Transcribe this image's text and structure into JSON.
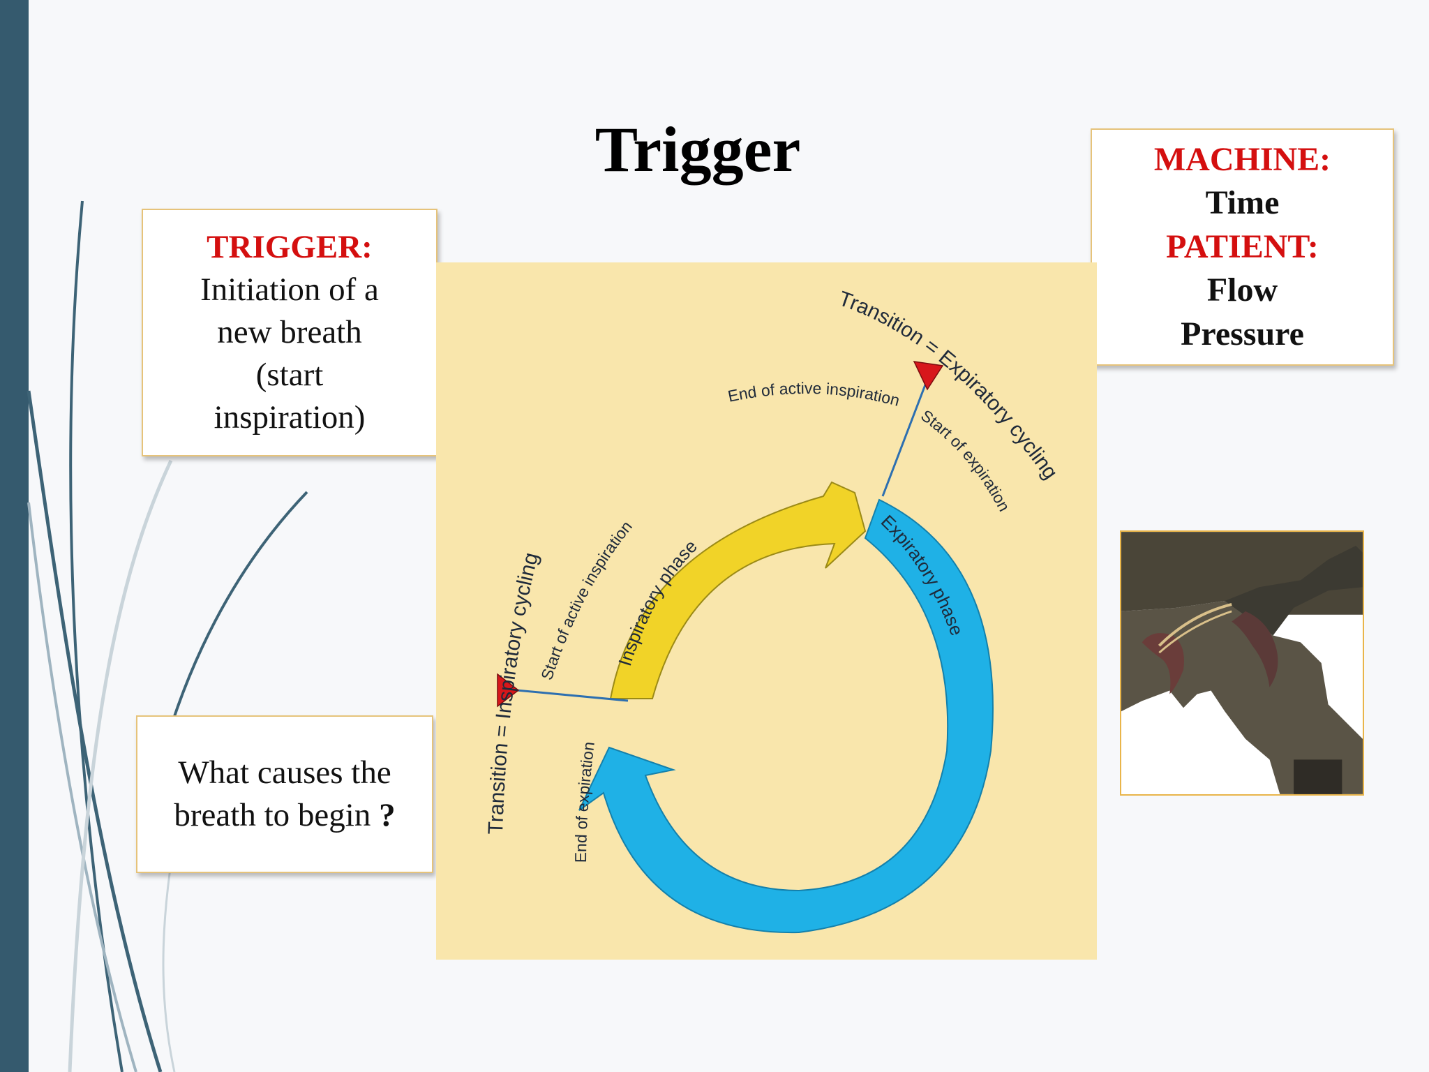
{
  "slide": {
    "title": "Trigger",
    "colors": {
      "left_bar": "#355a6e",
      "accent_red": "#d40f0f",
      "box_border": "#e6c37a",
      "diagram_bg": "#f9e6ac",
      "inspiratory_arrow": "#f1d328",
      "expiratory_arrow": "#1fb1e6"
    }
  },
  "trigger_box": {
    "heading": "TRIGGER:",
    "lines": [
      "Initiation of a",
      "new breath",
      "(start",
      "inspiration)"
    ]
  },
  "question_box": {
    "line1": "What causes the",
    "line2": "breath to begin",
    "mark": "?"
  },
  "machine_box": {
    "machine_label": "MACHINE:",
    "machine_value": "Time",
    "patient_label": "PATIENT:",
    "patient_values": [
      "Flow",
      "Pressure"
    ]
  },
  "diagram": {
    "transition_expiratory": "Transition = Expiratory cycling",
    "transition_inspiratory": "Transition = Inspiratory cycling",
    "end_active_inspiration": "End of active inspiration",
    "start_expiration": "Start of expiration",
    "start_active_inspiration": "Start of active inspiration",
    "end_expiration": "End of expiration",
    "inspiratory_phase": "Inspiratory phase",
    "expiratory_phase": "Expiratory phase"
  },
  "photo": {
    "icon": "trigger-mechanism-photo",
    "caption": ""
  }
}
